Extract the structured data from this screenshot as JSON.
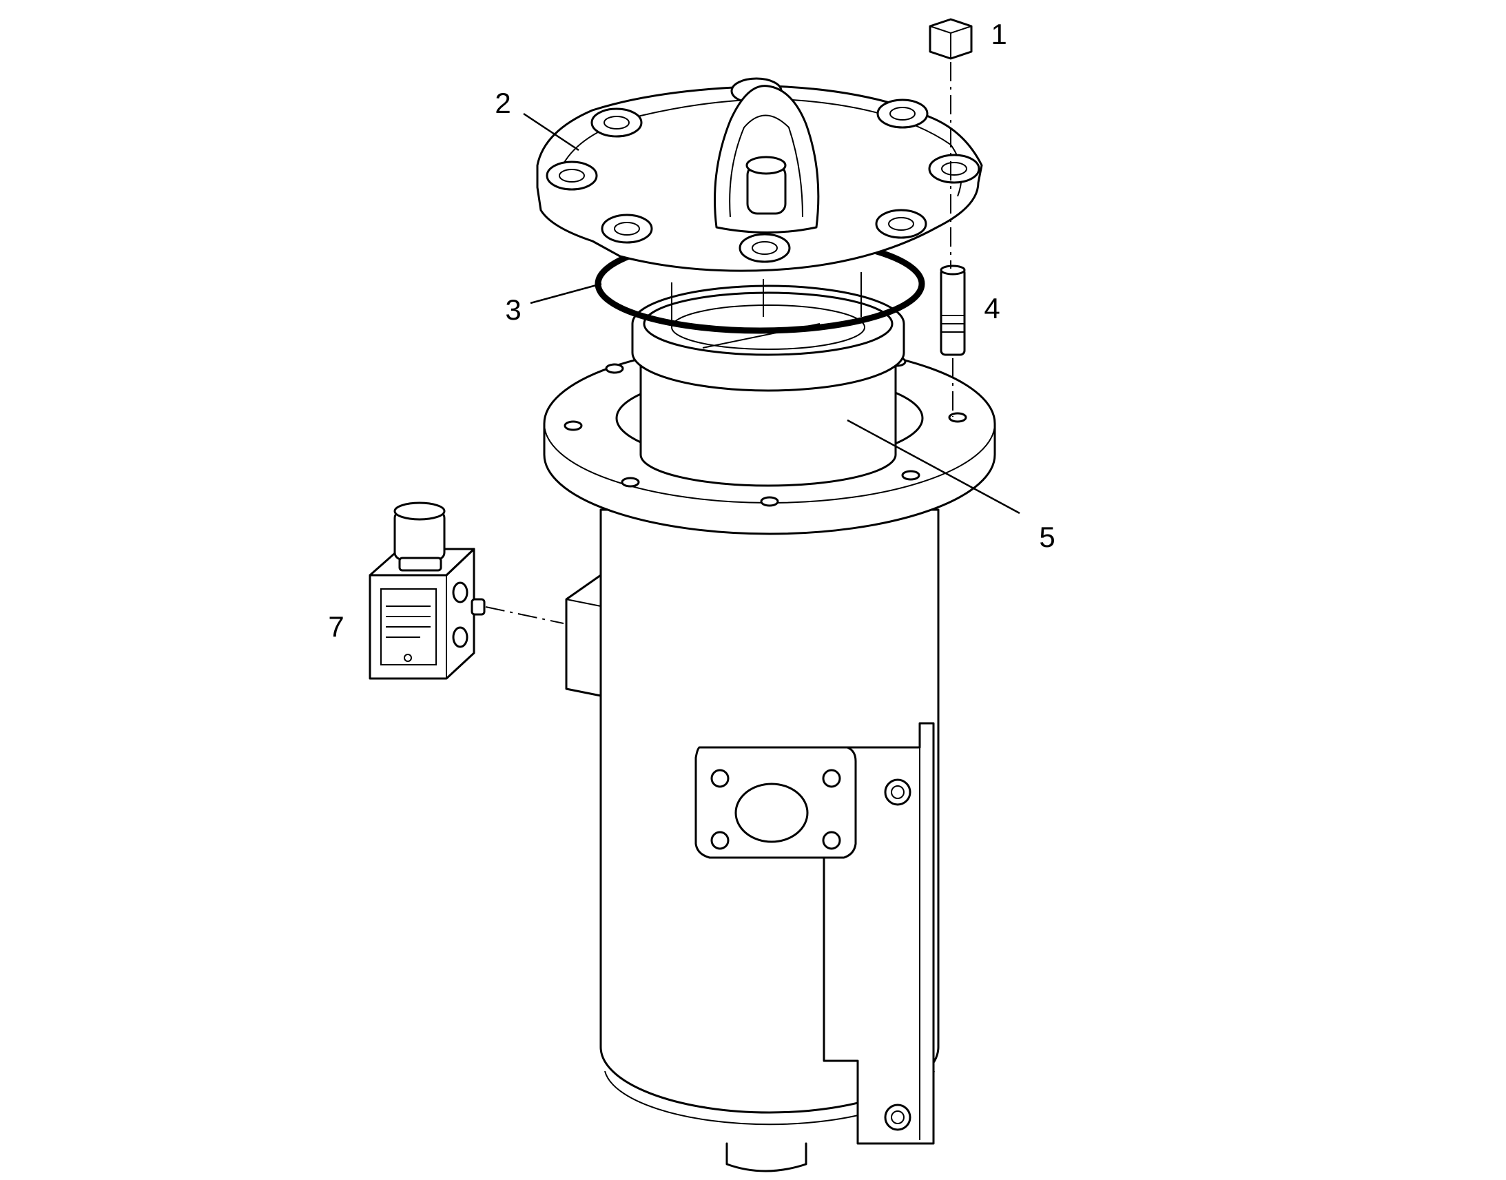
{
  "diagram": {
    "callouts": [
      {
        "id": "nut",
        "label": "1"
      },
      {
        "id": "cover",
        "label": "2"
      },
      {
        "id": "oring",
        "label": "3"
      },
      {
        "id": "stud",
        "label": "4"
      },
      {
        "id": "element",
        "label": "5"
      },
      {
        "id": "indicator",
        "label": "7"
      }
    ],
    "colors": {
      "line": "#000000",
      "background": "#ffffff"
    }
  }
}
